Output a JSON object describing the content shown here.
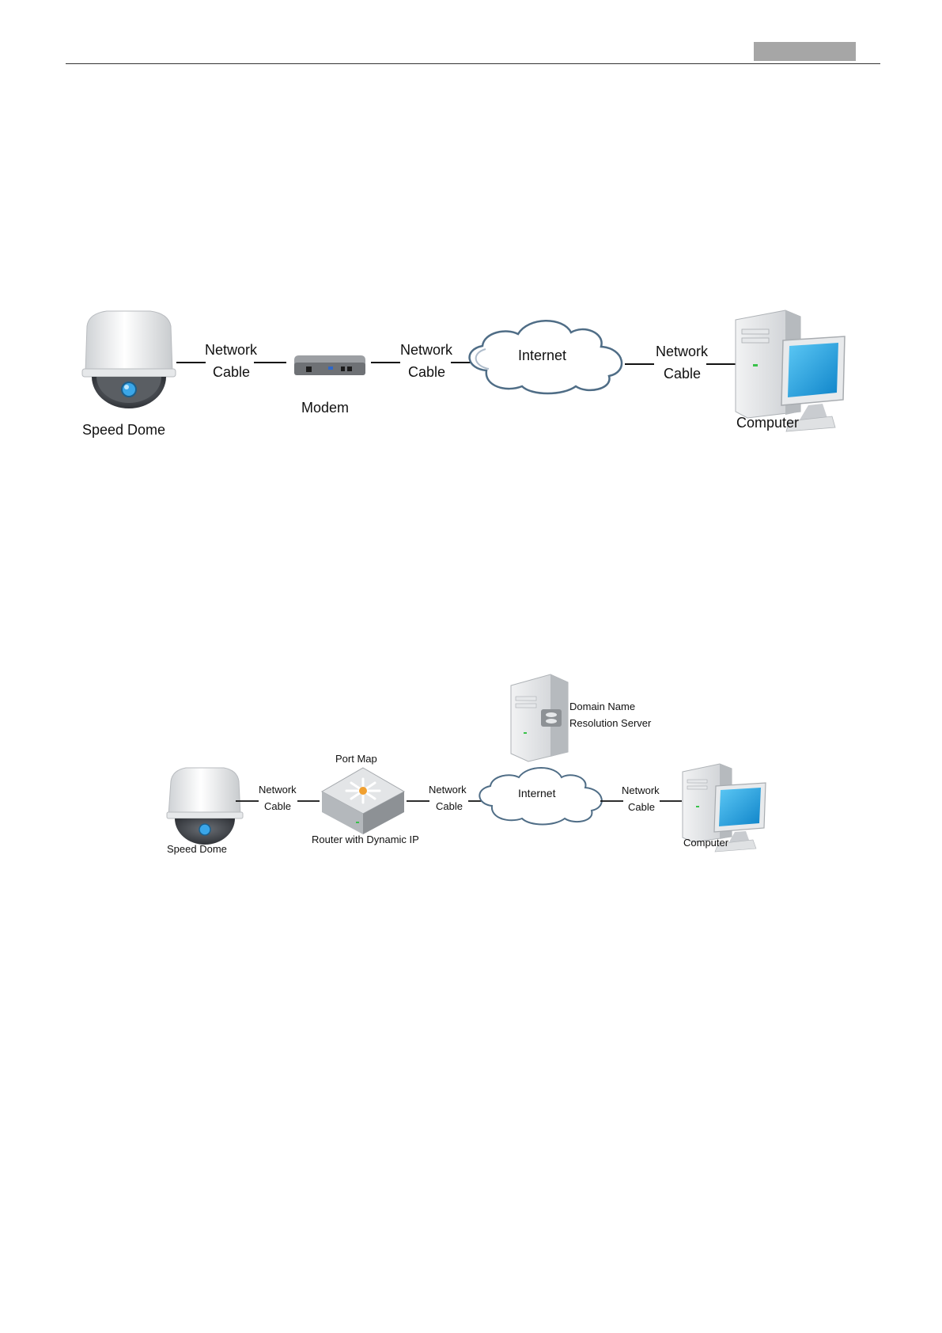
{
  "header": {
    "tab_color": "#a6a6a6"
  },
  "diagram1": {
    "camera_label": "Speed Dome",
    "cable1": {
      "line1": "Network",
      "line2": "Cable"
    },
    "modem_label": "Modem",
    "cable2": {
      "line1": "Network",
      "line2": "Cable"
    },
    "cloud_label": "Internet",
    "cable3": {
      "line1": "Network",
      "line2": "Cable"
    },
    "computer_label": "Computer"
  },
  "diagram2": {
    "camera_label": "Speed Dome",
    "cable1": {
      "line1": "Network",
      "line2": "Cable"
    },
    "router_top_label": "Port Map",
    "router_bottom_label": "Router with Dynamic IP",
    "cable2": {
      "line1": "Network",
      "line2": "Cable"
    },
    "cloud_label": "Internet",
    "server_line1": "Domain Name",
    "server_line2": "Resolution Server",
    "cable3": {
      "line1": "Network",
      "line2": "Cable"
    },
    "computer_label": "Computer"
  },
  "colors": {
    "screen_blue": "#1ea1e0",
    "lens_blue": "#3aa6e8",
    "device_grey": "#d8dadc",
    "cloud_stroke": "#4f6d86",
    "router_led": "#f0a030"
  }
}
